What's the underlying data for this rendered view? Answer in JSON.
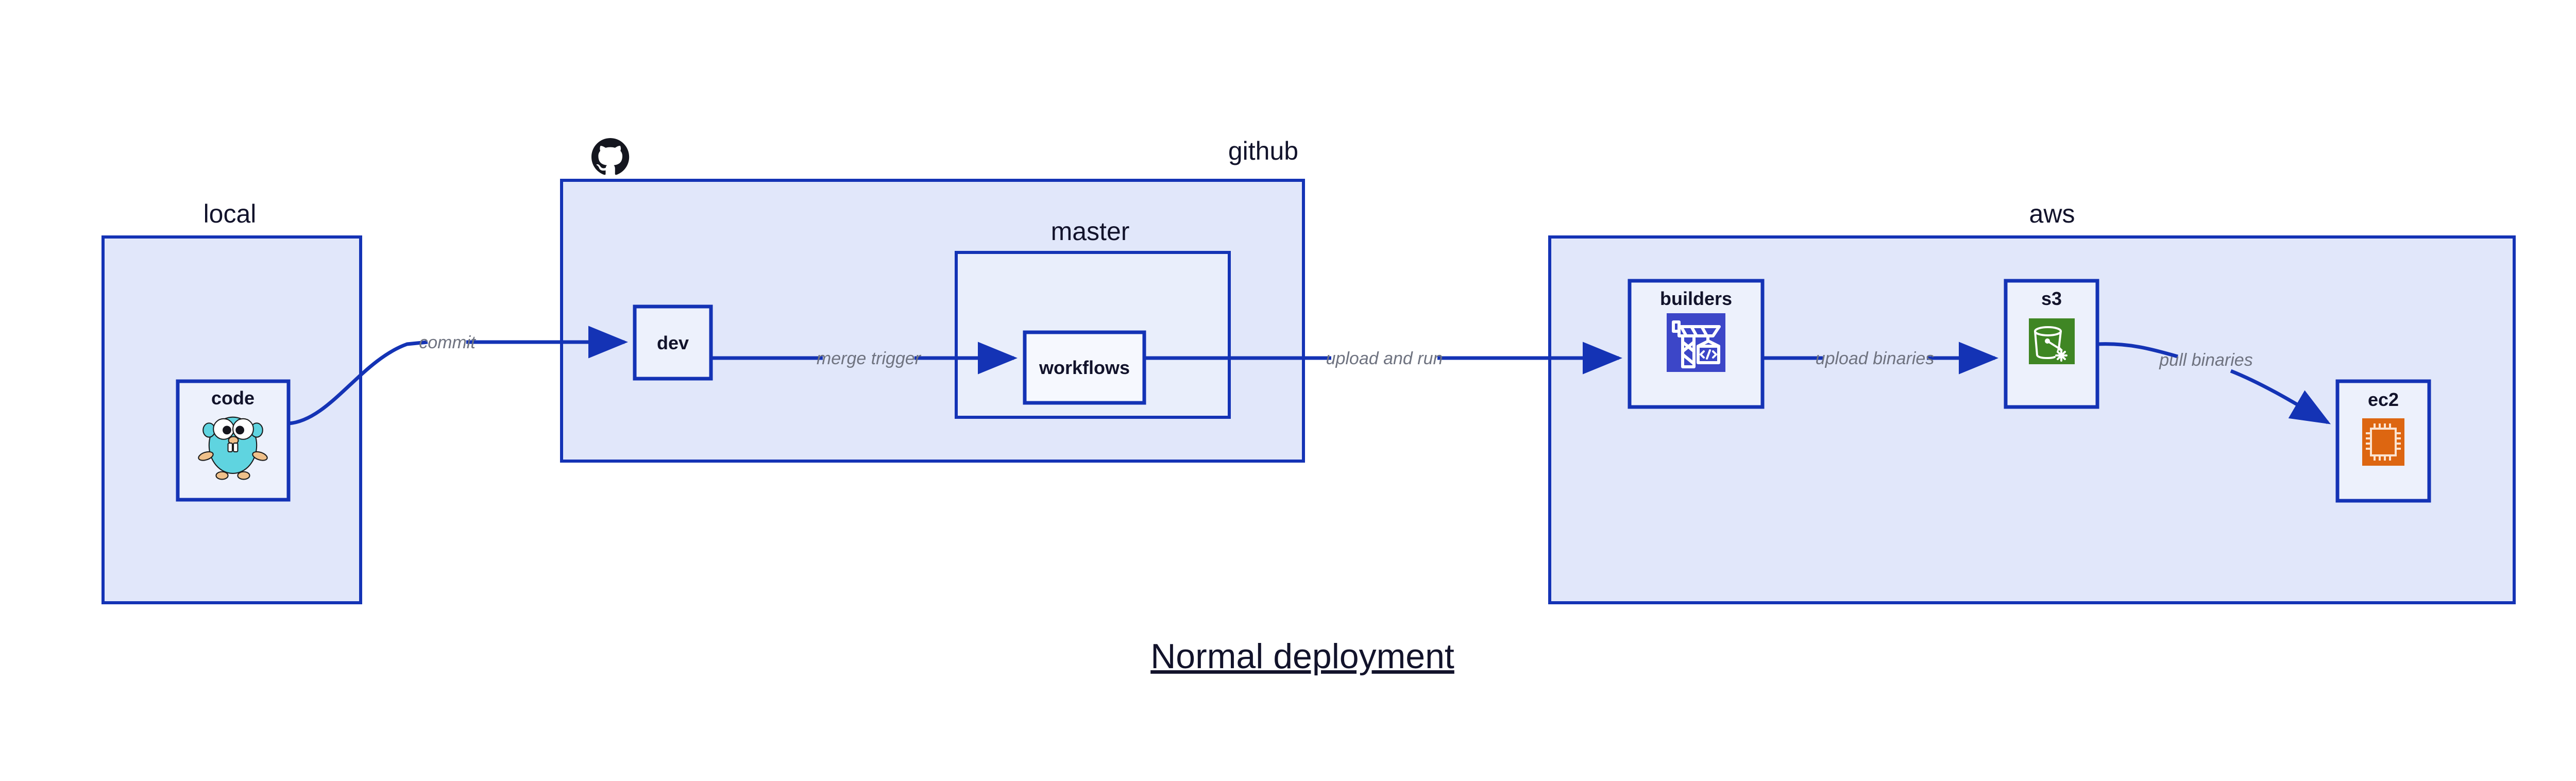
{
  "title": "Normal deployment",
  "colors": {
    "edge": "#1433b5",
    "group_fill": "#e1e7fa",
    "group_stroke": "#1433b5",
    "node_fill": "#edf1fc",
    "subgroup_fill": "#e9eefb",
    "label_text": "#12132b",
    "edge_label_text": "#6f7380",
    "builders_icon_bg": "#3c46c8",
    "s3_icon_bg": "#3f8624",
    "ec2_icon_bg": "#dd6611",
    "gopher_body": "#5fd4e0",
    "github_logo": "#14161f"
  },
  "groups": [
    {
      "id": "local",
      "label": "local"
    },
    {
      "id": "github",
      "label": "github"
    },
    {
      "id": "master",
      "label": "master"
    },
    {
      "id": "aws",
      "label": "aws"
    }
  ],
  "nodes": [
    {
      "id": "code",
      "label": "code",
      "icon": "go-gopher-icon",
      "group": "local"
    },
    {
      "id": "dev",
      "label": "dev",
      "icon": null,
      "group": "github"
    },
    {
      "id": "workflows",
      "label": "workflows",
      "icon": null,
      "group": "master"
    },
    {
      "id": "builders",
      "label": "builders",
      "icon": "crane-code-icon",
      "group": "aws"
    },
    {
      "id": "s3",
      "label": "s3",
      "icon": "s3-bucket-icon",
      "group": "aws"
    },
    {
      "id": "ec2",
      "label": "ec2",
      "icon": "cpu-chip-icon",
      "group": "aws"
    }
  ],
  "edges": [
    {
      "id": "commit",
      "from": "code",
      "to": "dev",
      "label": "commit"
    },
    {
      "id": "merge-trigger",
      "from": "dev",
      "to": "workflows",
      "label": "merge trigger"
    },
    {
      "id": "upload-and-run",
      "from": "workflows",
      "to": "builders",
      "label": "upload and run"
    },
    {
      "id": "upload-binaries",
      "from": "builders",
      "to": "s3",
      "label": "upload binaries"
    },
    {
      "id": "pull-binaries",
      "from": "s3",
      "to": "ec2",
      "label": "pull binaries"
    }
  ],
  "branding": {
    "github_logo_name": "github-octocat-logo"
  }
}
